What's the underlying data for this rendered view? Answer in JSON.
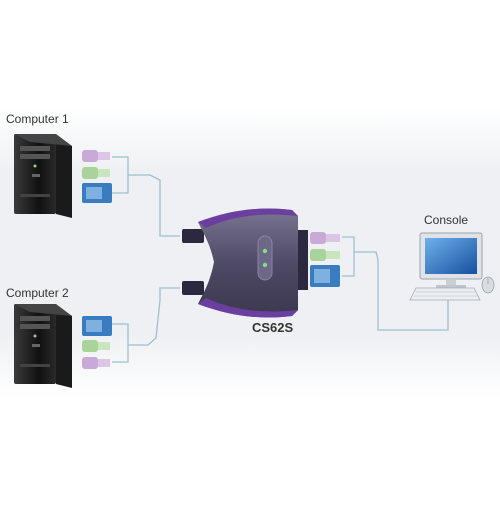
{
  "labels": {
    "computer1": "Computer 1",
    "computer2": "Computer 2",
    "console": "Console",
    "model": "CS62S"
  },
  "colors": {
    "cable": "#9dbfd3",
    "switch_body": "#5a5470",
    "switch_trim": "#6b3fa0",
    "ps2_purple": "#c9a9d8",
    "ps2_green": "#a9d39a",
    "vga_blue": "#3a7cc0",
    "led": "#7fe07f",
    "monitor_screen": "#1f6ab8",
    "tower": "#222222"
  },
  "icons": [
    "tower-computer-icon",
    "monitor-icon",
    "keyboard-icon",
    "mouse-icon",
    "kvm-switch-icon",
    "ps2-connector-icon",
    "vga-connector-icon"
  ]
}
